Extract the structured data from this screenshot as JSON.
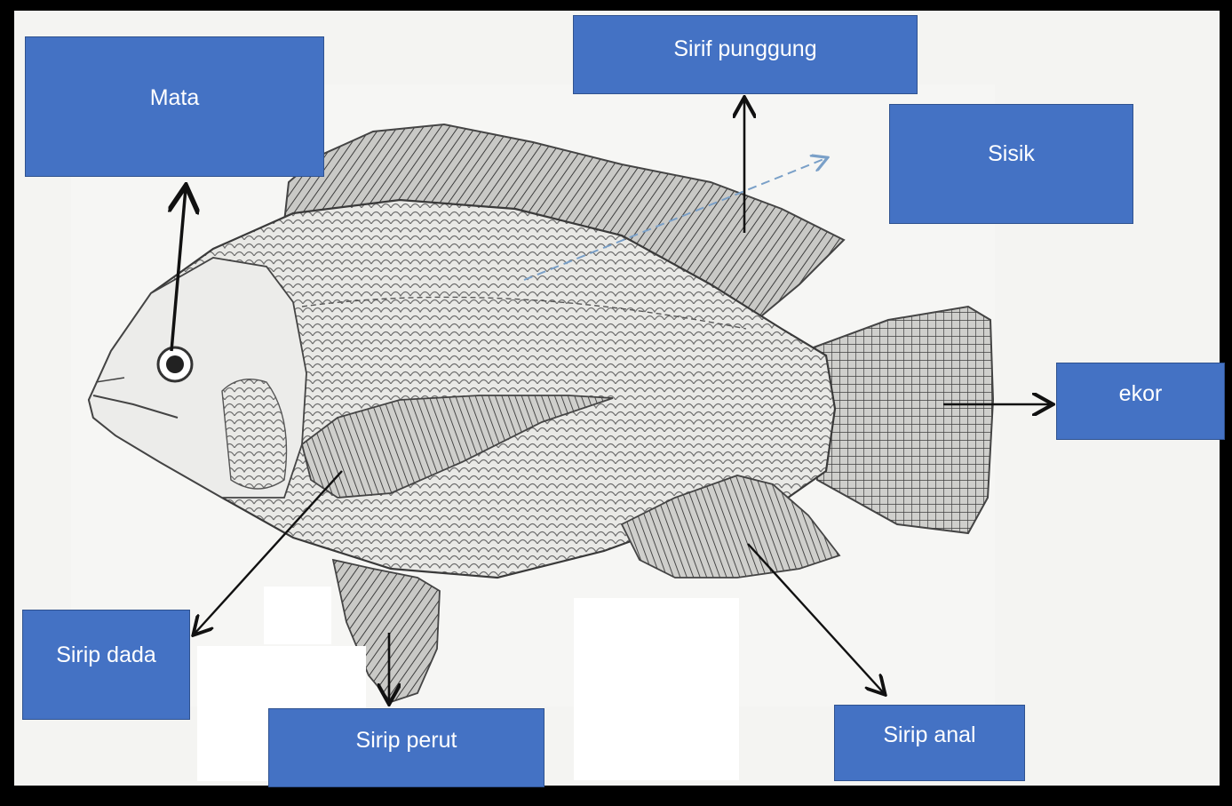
{
  "labels": {
    "mata": "Mata",
    "sirif_punggung": "Sirif punggung",
    "sisik": "Sisik",
    "ekor": "ekor",
    "sirip_dada": "Sirip dada",
    "sirip_perut": "Sirip perut",
    "sirip_anal": "Sirip anal"
  },
  "colors": {
    "label_fill": "#4472c4",
    "label_text": "#ffffff",
    "arrow": "#111111",
    "frame": "#000000"
  }
}
